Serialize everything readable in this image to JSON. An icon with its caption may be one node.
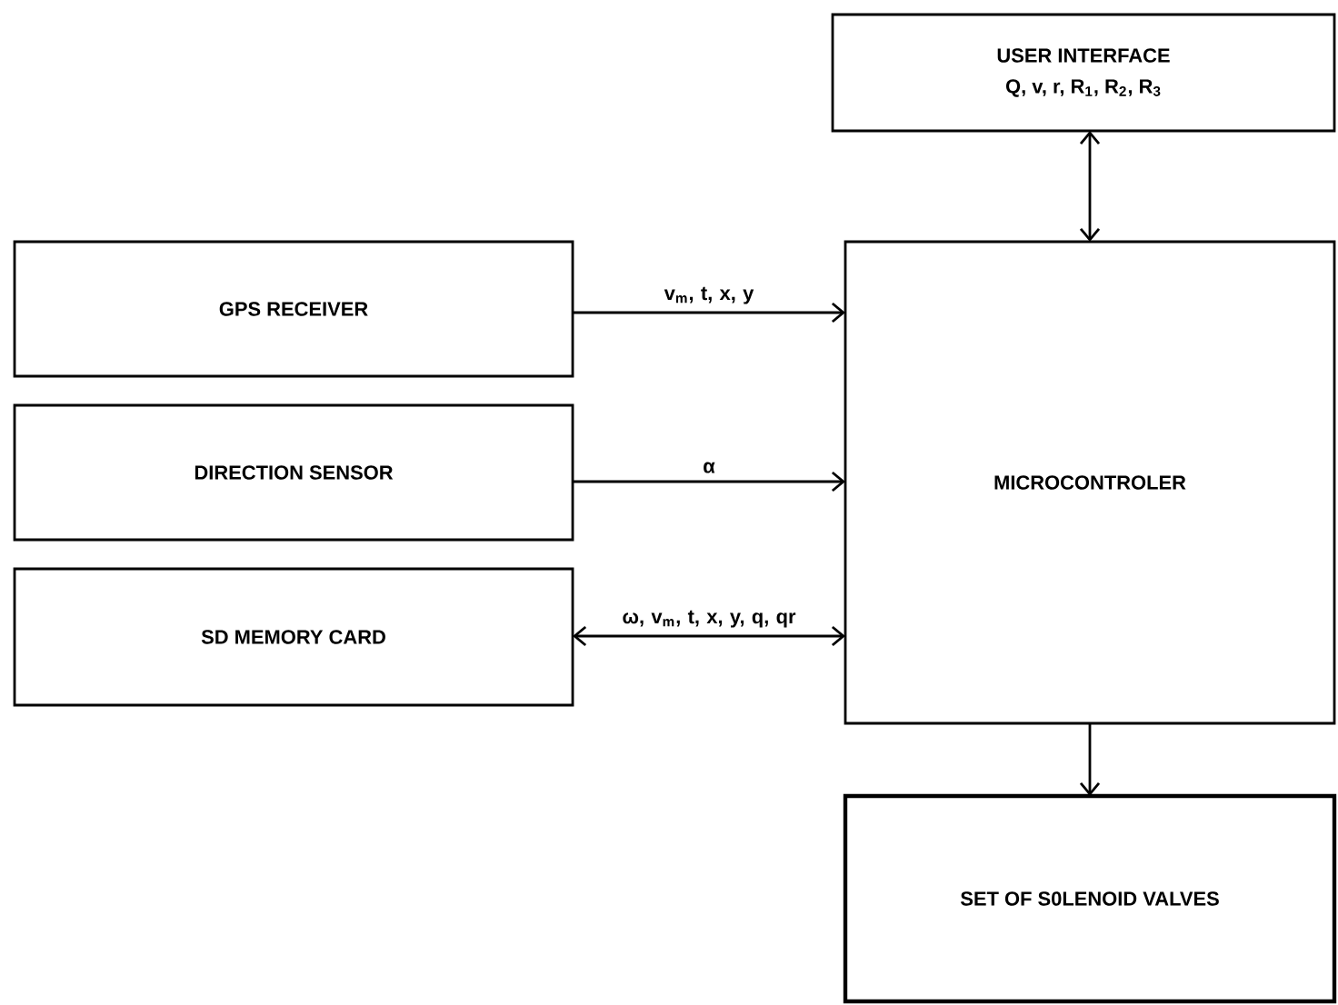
{
  "diagram": {
    "nodes": [
      {
        "text": [
          "USER INTERFACE",
          "Q, v, r, R$_{1}$, R$_{2}$, R$_{3}$"
        ]
      },
      {
        "text": [
          "GPS RECEIVER"
        ]
      },
      {
        "text": [
          "DIRECTION SENSOR"
        ]
      },
      {
        "text": [
          "SD MEMORY CARD"
        ]
      },
      {
        "text": [
          "MICROCONTROLER"
        ]
      },
      {
        "text": [
          "SET OF S0LENOID VALVES"
        ]
      }
    ],
    "edges": [
      {
        "from": 0,
        "to": 4,
        "arrow": "both"
      },
      {
        "from": 1,
        "to": 4,
        "arrow": "to",
        "label": "v$_{m}$, t, x, y"
      },
      {
        "from": 2,
        "to": 4,
        "arrow": "to",
        "label": "α"
      },
      {
        "from": 3,
        "to": 4,
        "arrow": "both",
        "label": "ω, v$_{m}$, t, x, y, q, qr"
      },
      {
        "from": 4,
        "to": 5,
        "arrow": "to"
      }
    ]
  }
}
